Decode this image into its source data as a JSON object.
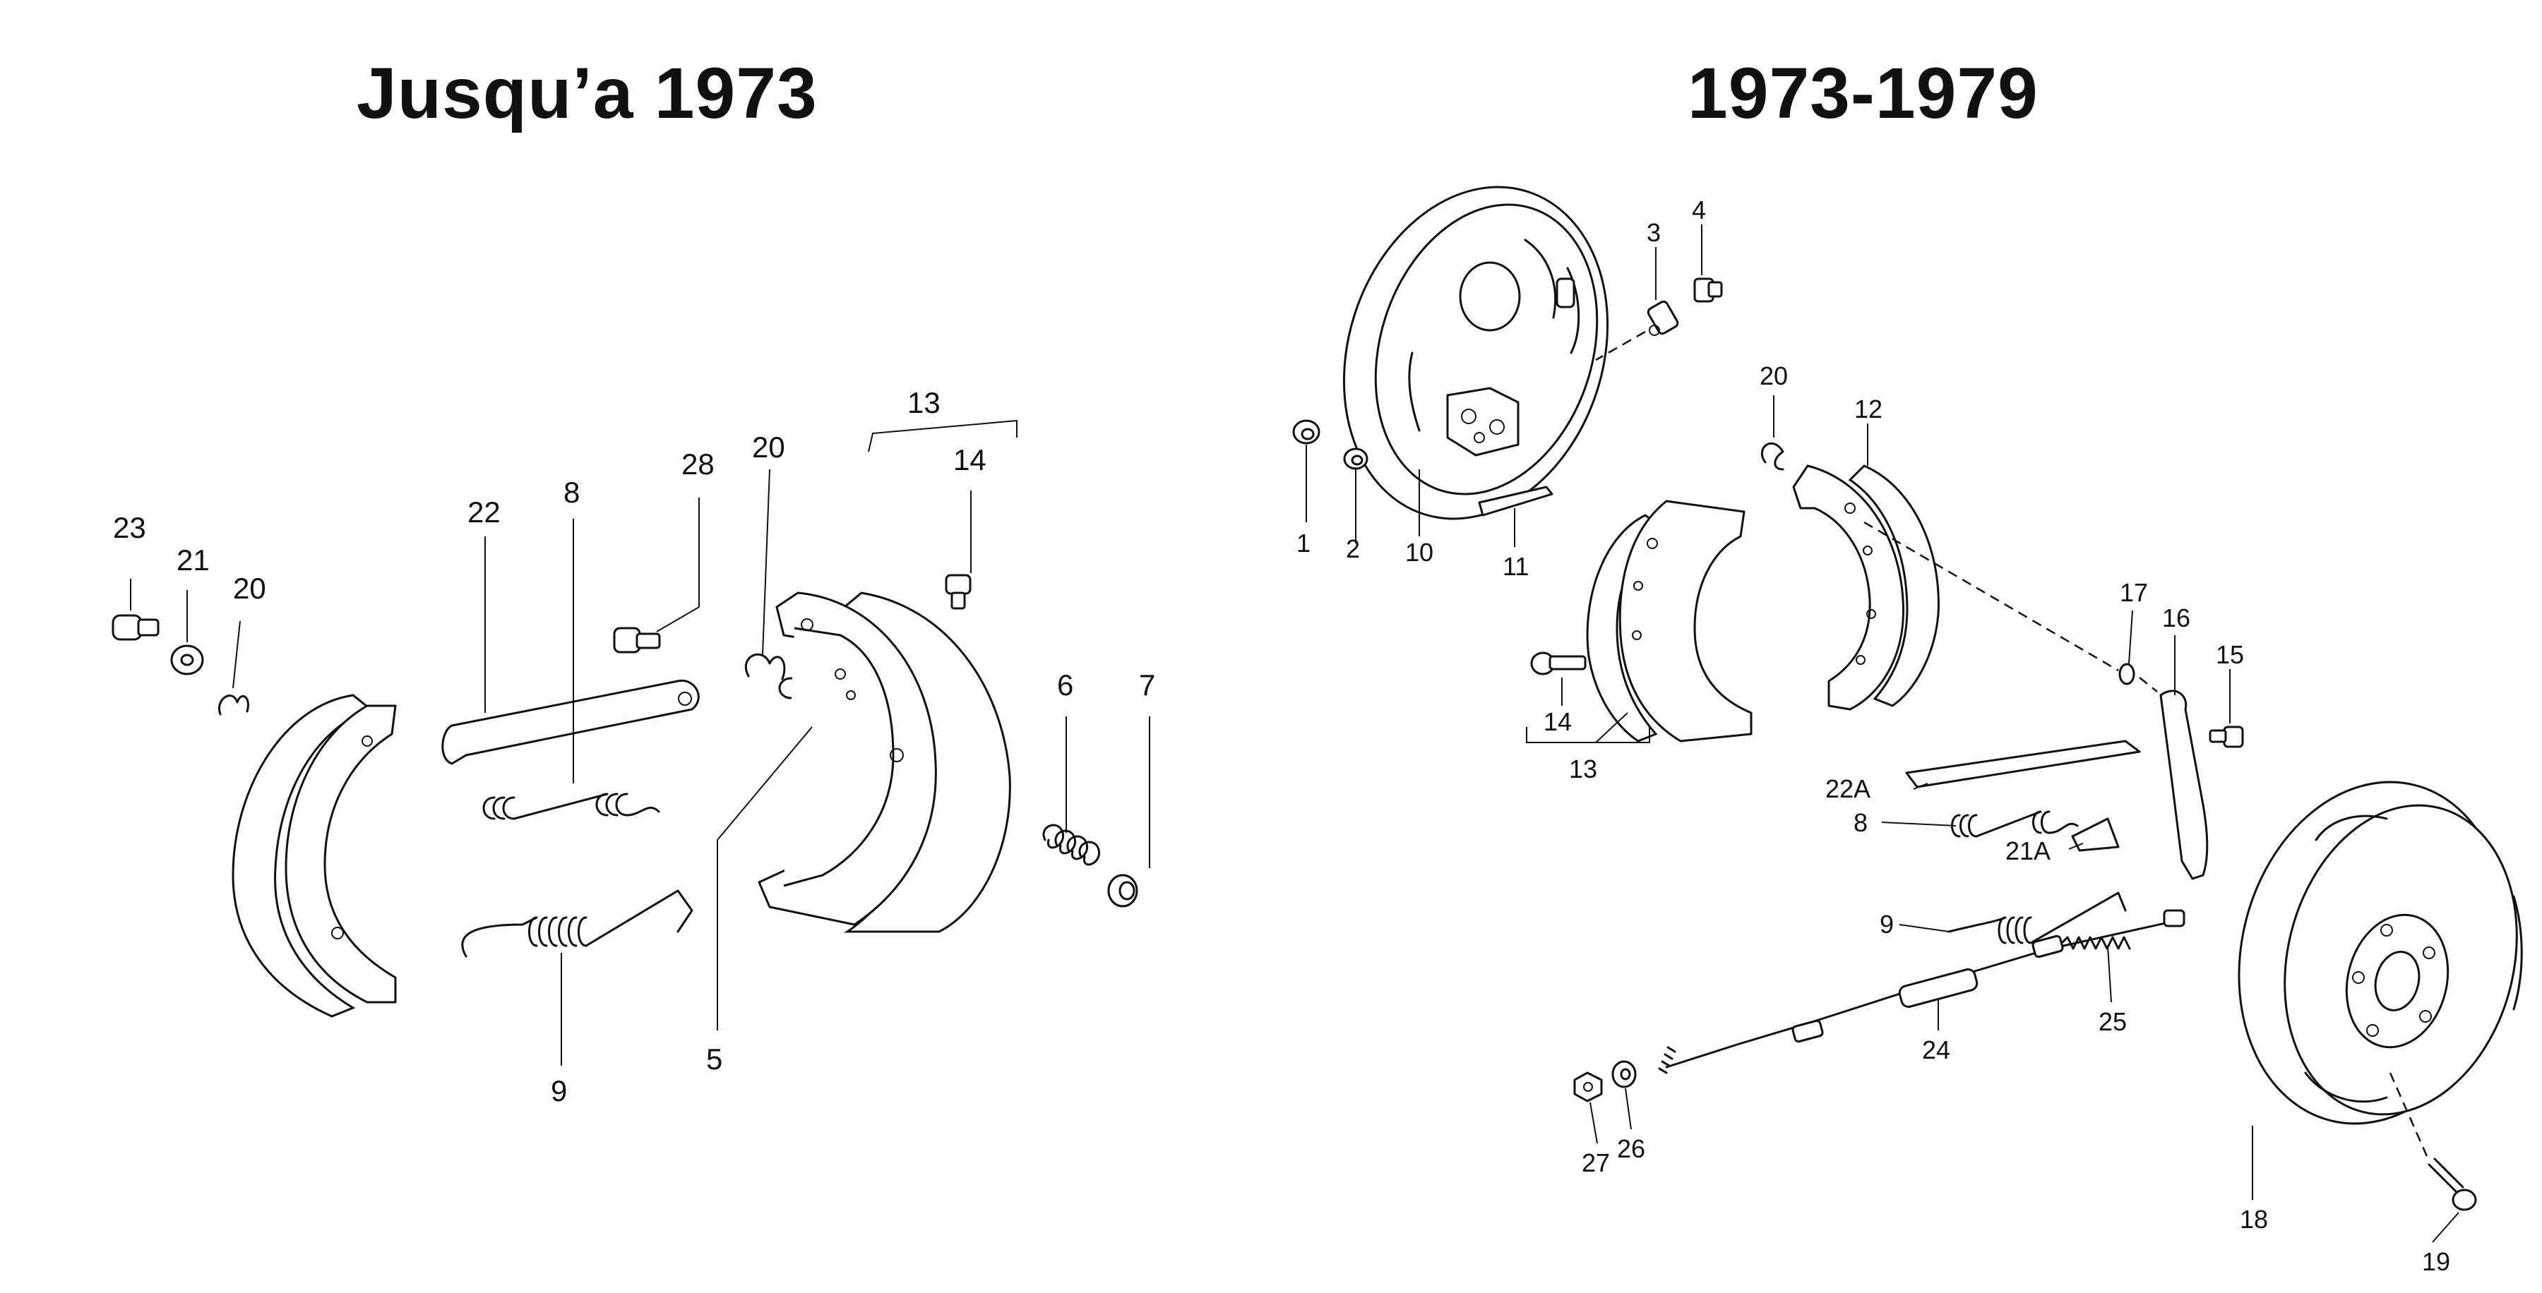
{
  "titles": {
    "left": "Jusqu’a 1973",
    "right": "1973-1979"
  },
  "callouts_left": [
    "23",
    "21",
    "20",
    "22",
    "8",
    "28",
    "20",
    "13",
    "14",
    "6",
    "7",
    "5",
    "9"
  ],
  "callouts_right": [
    "3",
    "4",
    "1",
    "2",
    "10",
    "11",
    "20",
    "12",
    "14",
    "13",
    "17",
    "16",
    "15",
    "22A",
    "8",
    "21A",
    "9",
    "25",
    "24",
    "27",
    "26",
    "18",
    "19"
  ]
}
